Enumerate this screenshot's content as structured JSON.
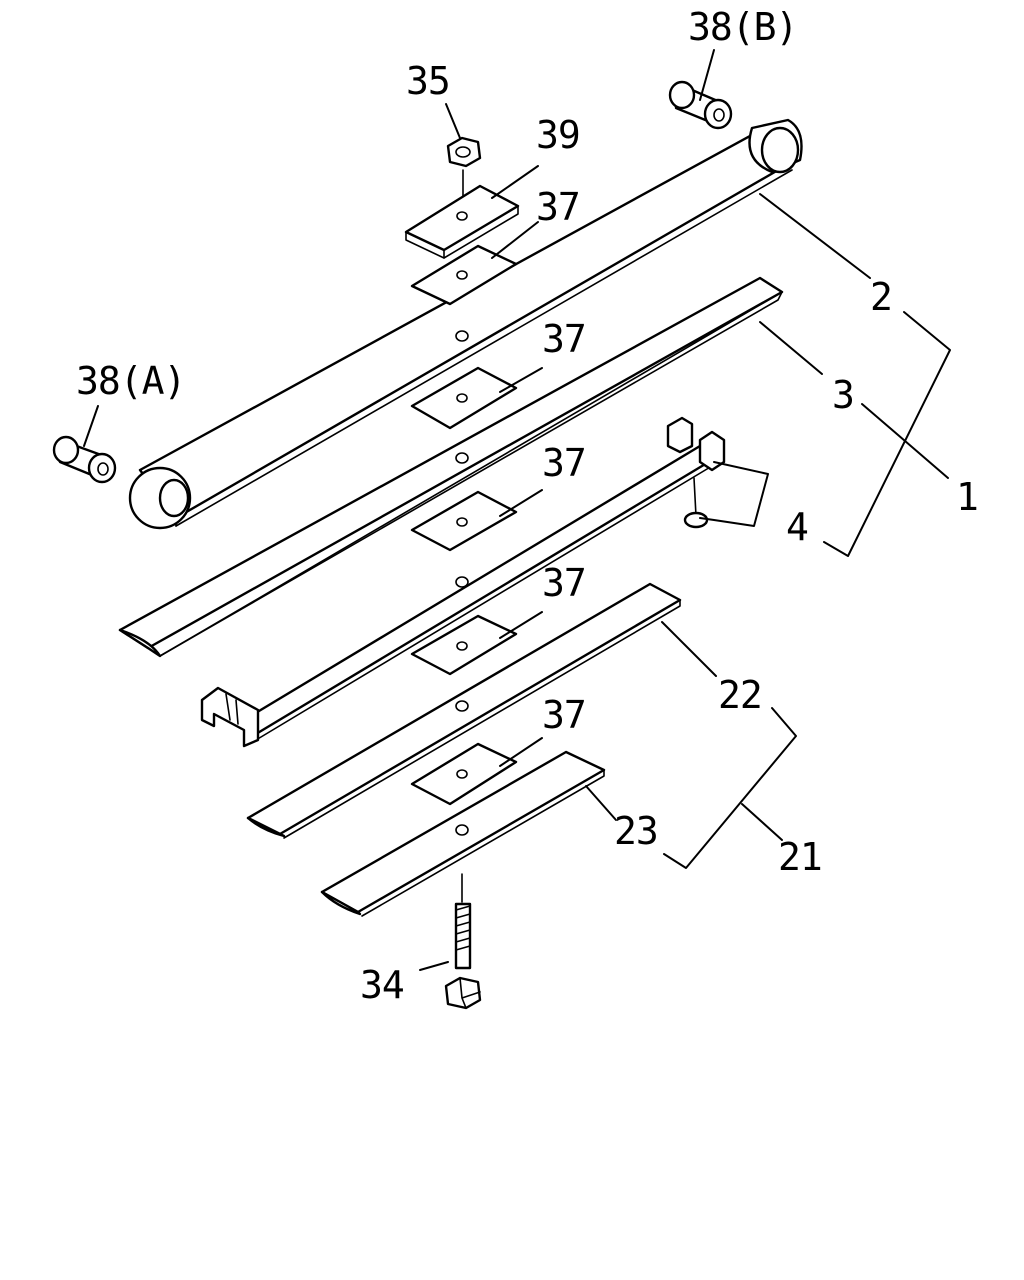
{
  "callouts": {
    "c1": "1",
    "c2": "2",
    "c3": "3",
    "c4": "4",
    "c21": "21",
    "c22": "22",
    "c23": "23",
    "c34": "34",
    "c35": "35",
    "c37a": "37",
    "c37b": "37",
    "c37c": "37",
    "c37d": "37",
    "c37e": "37",
    "c38a": "38(A)",
    "c38b": "38(B)",
    "c39": "39"
  },
  "colors": {
    "line": "#000000",
    "background": "#ffffff"
  }
}
